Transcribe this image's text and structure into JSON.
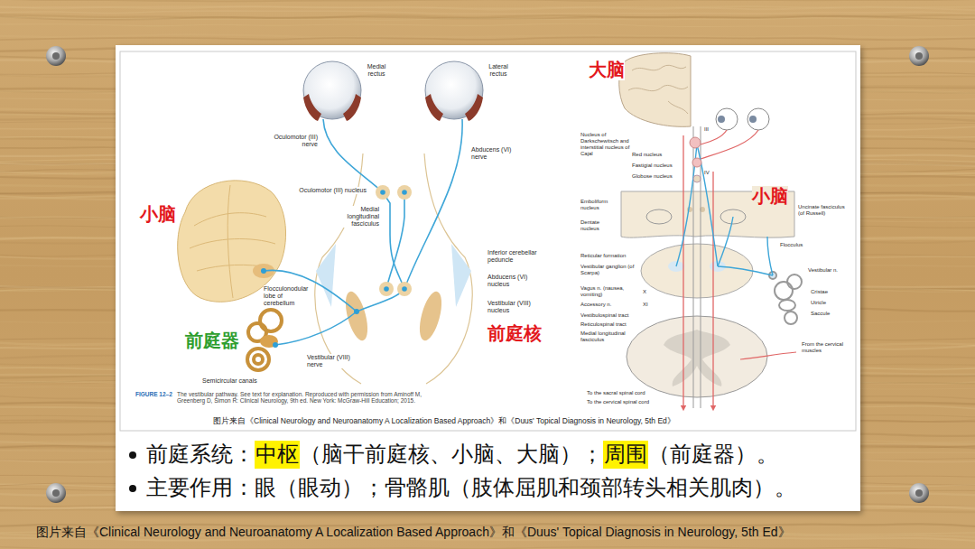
{
  "diagram": {
    "caption": "图片来自《Clinical Neurology and Neuroanatomy A Localization Based Approach》和《Duus' Topical Diagnosis in Neurology, 5th Ed》",
    "nodes": [
      {
        "text": [
          "中枢"
        ]
      },
      {
        "text": [
          "周围"
        ]
      }
    ],
    "labels": [
      "小脑",
      "前庭器",
      "前庭核",
      "Medial rectus",
      "Lateral rectus",
      "Oculomotor (III) nerve",
      "Oculomotor (III) nucleus",
      "Medial longitudinal fasciculus",
      "Abducens (VI) nerve",
      "Inferior cerebellar peduncle",
      "Abducens (VI) nucleus",
      "Vestibular (VIII) nucleus",
      "Flocculonodular lobe of cerebellum",
      "Vestibular (VIII) nerve",
      "Semicircular canals",
      "FIGURE 12–2",
      "The vestibular pathway. See text for explanation. Reproduced with permission from Aminoff M, Greenberg D, Simon R: Clinical Neurology, 9th ed. New York: McGraw-Hill Education; 2015.",
      "大脑",
      "小脑",
      "Nucleus of Darkschewitsch and interstitial nucleus of Cajal",
      "Red nucleus",
      "Fastigial nucleus",
      "Globose nucleus",
      "Emboliform nucleus",
      "Dentate nucleus",
      "Uncinate fasciculus (of Russell)",
      "Flocculus",
      "Vestibular n.",
      "Reticular formation",
      "Vestibular ganglion (of Scarpa)",
      "Vagus n. (nausea, vomiting)",
      "X",
      "Accessory n.",
      "XI",
      "Vestibulospinal tract",
      "Reticulospinal tract",
      "Medial longitudinal fasciculus",
      "Cristae",
      "Utricle",
      "Saccule",
      "From the cervical muscles",
      "To the sacral spinal cord",
      "To the cervical spinal cord",
      "III",
      "IV",
      "图片来自《Clinical Neurology and Neuroanatomy A Localization Based Approach》和《Duus' Topical Diagnosis in Neurology, 5th Ed》",
      "前庭系统：",
      "（脑干前庭核、小脑、大脑）；",
      "（前庭器）。",
      "主要作用：眼（眼动）；骨骼肌（肢体屈肌和颈部转头相关肌肉）。"
    ]
  }
}
